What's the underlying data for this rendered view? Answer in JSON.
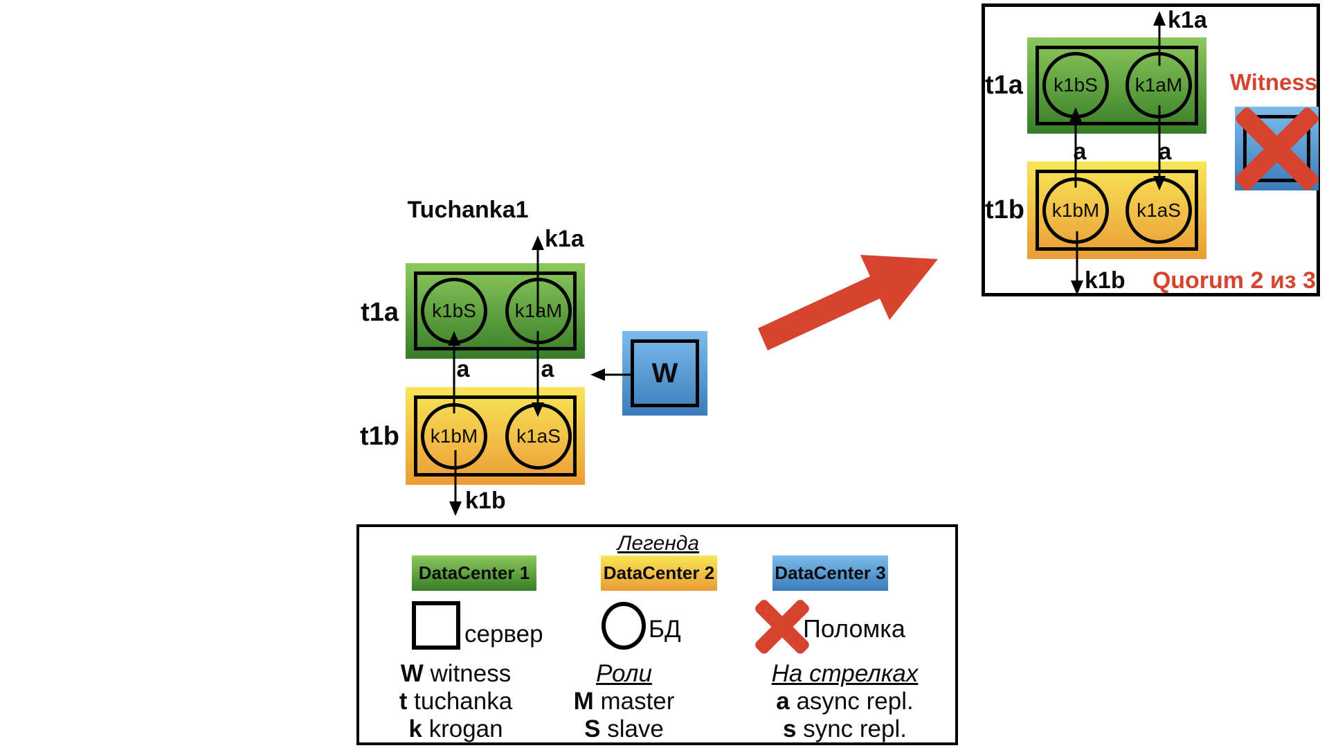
{
  "colors": {
    "datacenter1_green": "#4a9a33",
    "datacenter2_yellow": "#f2c23e",
    "datacenter3_blue": "#4a90d0",
    "failure_red": "#d6432f",
    "outline_black": "#000000"
  },
  "main_cluster": {
    "title": "Tuchanka1",
    "servers": [
      {
        "label": "t1a",
        "databases": [
          "k1bS",
          "k1aM"
        ]
      },
      {
        "label": "t1b",
        "databases": [
          "k1bM",
          "k1aS"
        ]
      }
    ],
    "witness_label": "W",
    "arrows": {
      "top": "k1a",
      "left": "a",
      "right": "a",
      "bottom": "k1b"
    }
  },
  "failover_view": {
    "servers": [
      {
        "label": "t1a",
        "databases": [
          "k1bS",
          "k1aM"
        ]
      },
      {
        "label": "t1b",
        "databases": [
          "k1bM",
          "k1aS"
        ]
      }
    ],
    "witness_title": "Witness",
    "quorum_label": "Quorum 2 из 3",
    "arrows": {
      "top": "k1a",
      "left": "a",
      "right": "a",
      "bottom": "k1b"
    }
  },
  "legend": {
    "title": "Легенда",
    "datacenters": [
      "DataCenter 1",
      "DataCenter 2",
      "DataCenter 3"
    ],
    "symbols": [
      {
        "name": "server",
        "label": "сервер"
      },
      {
        "name": "database",
        "label": "БД"
      },
      {
        "name": "failure",
        "label": "Поломка"
      }
    ],
    "naming": [
      {
        "key": "W",
        "text": "witness"
      },
      {
        "key": "t",
        "text": "tuchanka"
      },
      {
        "key": "k",
        "text": "krogan"
      }
    ],
    "roles_title": "Роли",
    "roles": [
      {
        "key": "M",
        "text": "master"
      },
      {
        "key": "S",
        "text": "slave"
      }
    ],
    "arrows_title": "На стрелках",
    "arrows": [
      {
        "key": "a",
        "text": "async repl."
      },
      {
        "key": "s",
        "text": "sync repl."
      }
    ]
  }
}
